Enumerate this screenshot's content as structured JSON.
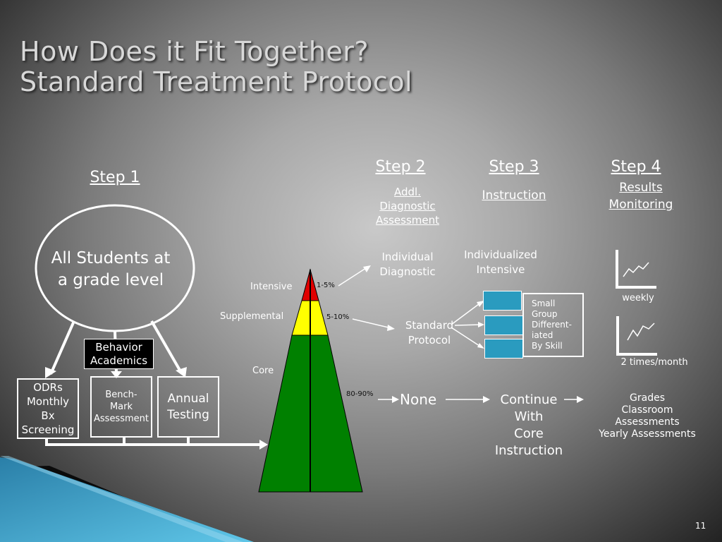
{
  "title": {
    "line1": "How Does it Fit Together?",
    "line2": "Standard Treatment Protocol"
  },
  "steps": {
    "step1": {
      "label": "Step 1"
    },
    "step2": {
      "label": "Step 2",
      "sub": [
        "Addl.",
        "Diagnostic",
        "Assessment"
      ]
    },
    "step3": {
      "label": "Step 3",
      "sub": "Instruction"
    },
    "step4": {
      "label": "Step 4",
      "sub": [
        "Results",
        "Monitoring"
      ]
    }
  },
  "oval": {
    "line1": "All Students at",
    "line2": "a grade level"
  },
  "behavior_box": [
    "Behavior",
    "Academics"
  ],
  "boxes": {
    "odrs": [
      "ODRs",
      "Monthly",
      "Bx",
      "Screening"
    ],
    "bench": [
      "Bench-",
      "Mark",
      "Assessment"
    ],
    "annual": [
      "Annual",
      "Testing"
    ]
  },
  "pyramid": {
    "tiers": [
      {
        "name": "Intensive",
        "range": "1-5%",
        "color": "#e00000"
      },
      {
        "name": "Supplemental",
        "range": "5-10%",
        "color": "#ffff00"
      },
      {
        "name": "Core",
        "range": "80-90%",
        "color": "#008000"
      }
    ]
  },
  "flow": {
    "individual": [
      "Individual",
      "Diagnostic"
    ],
    "individualized": [
      "Individualized",
      "Intensive"
    ],
    "standard": [
      "Standard",
      "Protocol"
    ],
    "small_group": [
      "Small",
      "Group",
      "Different-",
      "iated",
      "By Skill"
    ],
    "none": "None",
    "continue": [
      "Continue",
      "With",
      "Core",
      "Instruction"
    ]
  },
  "monitoring": {
    "weekly": "weekly",
    "twice": "2 times/month",
    "grades": [
      "Grades",
      "Classroom",
      "Assessments",
      "Yearly Assessments"
    ]
  },
  "slide_number": "11",
  "colors": {
    "teal": "#2a9bbf",
    "accent": "#4aa8d0"
  }
}
